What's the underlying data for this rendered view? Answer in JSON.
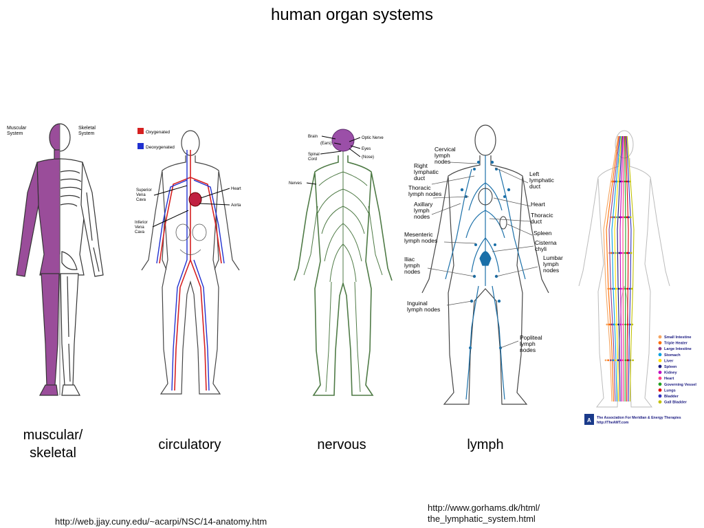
{
  "title": "human organ systems",
  "panels": {
    "muscular": {
      "left_label": "Muscular System",
      "right_label": "Skeletal System",
      "caption_line1": "muscular/",
      "caption_line2": "skeletal"
    },
    "circulatory": {
      "legend_oxygenated": "Oxygenated",
      "legend_deoxygenated": "Deoxygenated",
      "label_superior": "Superior Vena Cava",
      "label_inferior": "Inferior Vena Cava",
      "label_heart": "Heart",
      "label_aorta": "Aorta",
      "caption": "circulatory",
      "colors": {
        "oxygenated": "#d62020",
        "deoxygenated": "#2030d0"
      }
    },
    "nervous": {
      "label_brain": "Brain",
      "label_ears": "(Ears)",
      "label_spinal": "Spinal Cord",
      "label_nerves": "Nerves",
      "label_optic": "Optic Nerve",
      "label_eyes": "Eyes",
      "label_nose": "(Nose)",
      "caption": "nervous",
      "colors": {
        "brain": "#9b4fa8",
        "nerves": "#4e7a45"
      }
    },
    "lymph": {
      "labels": {
        "cervical": "Cervical lymph nodes",
        "right_duct": "Right lymphatic duct",
        "thoracic_nodes": "Thoracic lymph nodes",
        "axillary": "Axillary lymph nodes",
        "mesenteric": "Mesenteric lymph nodes",
        "iliac": "Iliac lymph nodes",
        "inguinal": "Inguinal lymph nodes",
        "left_duct": "Left lymphatic duct",
        "heart": "Heart",
        "thoracic_duct": "Thoracic duct",
        "spleen": "Spleen",
        "cisterna": "Cisterna chyli",
        "lumbar": "Lumbar lymph nodes",
        "popliteal": "Popliteal lymph nodes"
      },
      "caption": "lymph",
      "colors": {
        "vessels": "#1a6fa8"
      }
    },
    "meridian": {
      "legend": [
        {
          "label": "Small Intestine",
          "color": "#f4a460"
        },
        {
          "label": "Triple Heater",
          "color": "#ff6a00"
        },
        {
          "label": "Large Intestine",
          "color": "#8b3a8b"
        },
        {
          "label": "Stomach",
          "color": "#00a0e0"
        },
        {
          "label": "Liver",
          "color": "#ffe000"
        },
        {
          "label": "Spleen",
          "color": "#1a1a80"
        },
        {
          "label": "Kidney",
          "color": "#c000c0"
        },
        {
          "label": "Heart",
          "color": "#ff4080"
        },
        {
          "label": "Governing Vessel",
          "color": "#20a020"
        },
        {
          "label": "Lungs",
          "color": "#e00000"
        },
        {
          "label": "Bladder",
          "color": "#3030c0"
        },
        {
          "label": "Gall Bladder",
          "color": "#c0c000"
        }
      ],
      "footer_line1": "The Association For Meridian & Energy Therapies",
      "footer_line2": "http://TheAMT.com"
    }
  },
  "sources": {
    "left_url": "http://web.jjay.cuny.edu/~acarpi/NSC/14-anatomy.htm",
    "right_url_line1": "http://www.gorhams.dk/html/",
    "right_url_line2": "the_lymphatic_system.html"
  }
}
